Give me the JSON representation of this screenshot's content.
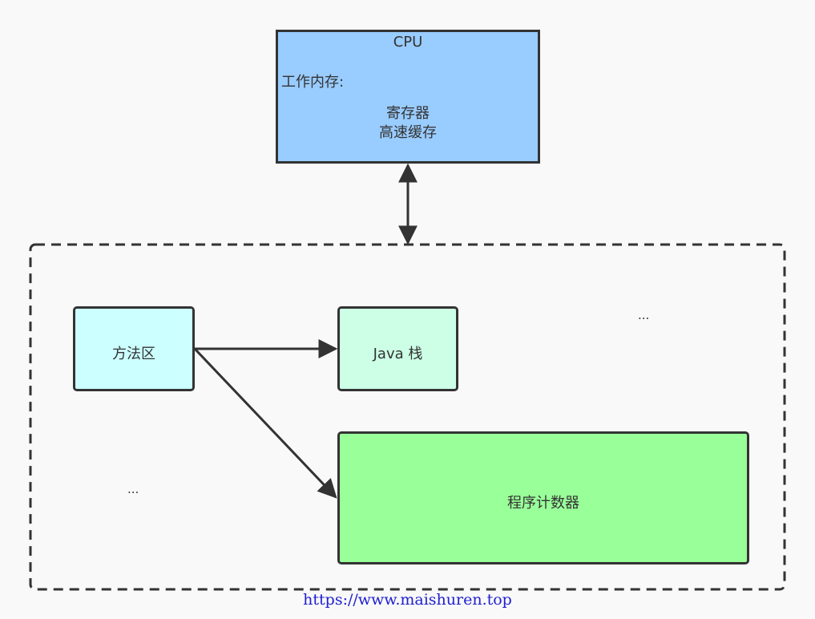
{
  "colors": {
    "cpu_fill": "#99ccff",
    "method_area_fill": "#ccffff",
    "java_stack_fill": "#ccffe6",
    "program_counter_fill": "#99ff99",
    "stroke": "#333333",
    "watermark": "#2020d0"
  },
  "cpu": {
    "title": "CPU",
    "working_memory_label": "工作内存:",
    "line1": "寄存器",
    "line2": "高速缓存"
  },
  "jvm_memory": {
    "method_area": "方法区",
    "java_stack": "Java 栈",
    "program_counter": "程序计数器",
    "ellipsis_right": "...",
    "ellipsis_left": "..."
  },
  "watermark": "https://www.maishuren.top"
}
